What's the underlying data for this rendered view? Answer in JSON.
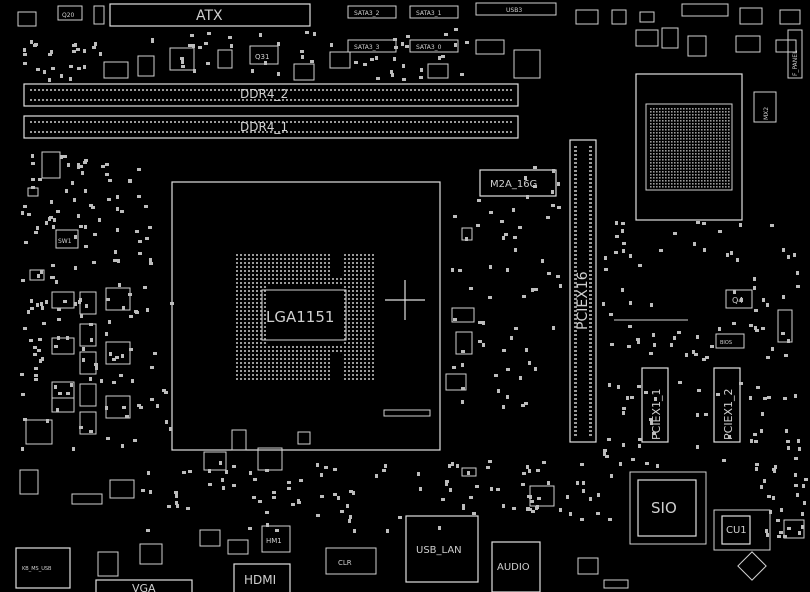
{
  "labels": {
    "atx": "ATX",
    "ddr2": "DDR4_2",
    "ddr1": "DDR4_1",
    "socket": "LGA1151",
    "m2": "M2A_16G",
    "pciex16": "PCIEX16",
    "pciex1_1": "PCIEX1_1",
    "pciex1_2": "PCIEX1_2",
    "sio": "SIO",
    "cu1": "CU1",
    "q4": "Q4",
    "usb_lan": "USB_LAN",
    "audio": "AUDIO",
    "hdmi": "HDMI",
    "vga": "VGA",
    "hm1": "HM1",
    "sata2": "SATA3_2",
    "sata1": "SATA3_1",
    "sata3": "SATA3_3",
    "sata0": "SATA3_0",
    "usb": "USB3",
    "fpanel": "F_PANEL",
    "q20": "Q20",
    "q31": "Q31",
    "sw1": "SW1",
    "kbms": "KB_MS_USB",
    "mx2": "MX2",
    "bios": "BIOS",
    "dual": "CLR"
  },
  "colors": {
    "background": "#000000",
    "outline": "#d0d0d0",
    "pad": "#bdbdbd"
  }
}
